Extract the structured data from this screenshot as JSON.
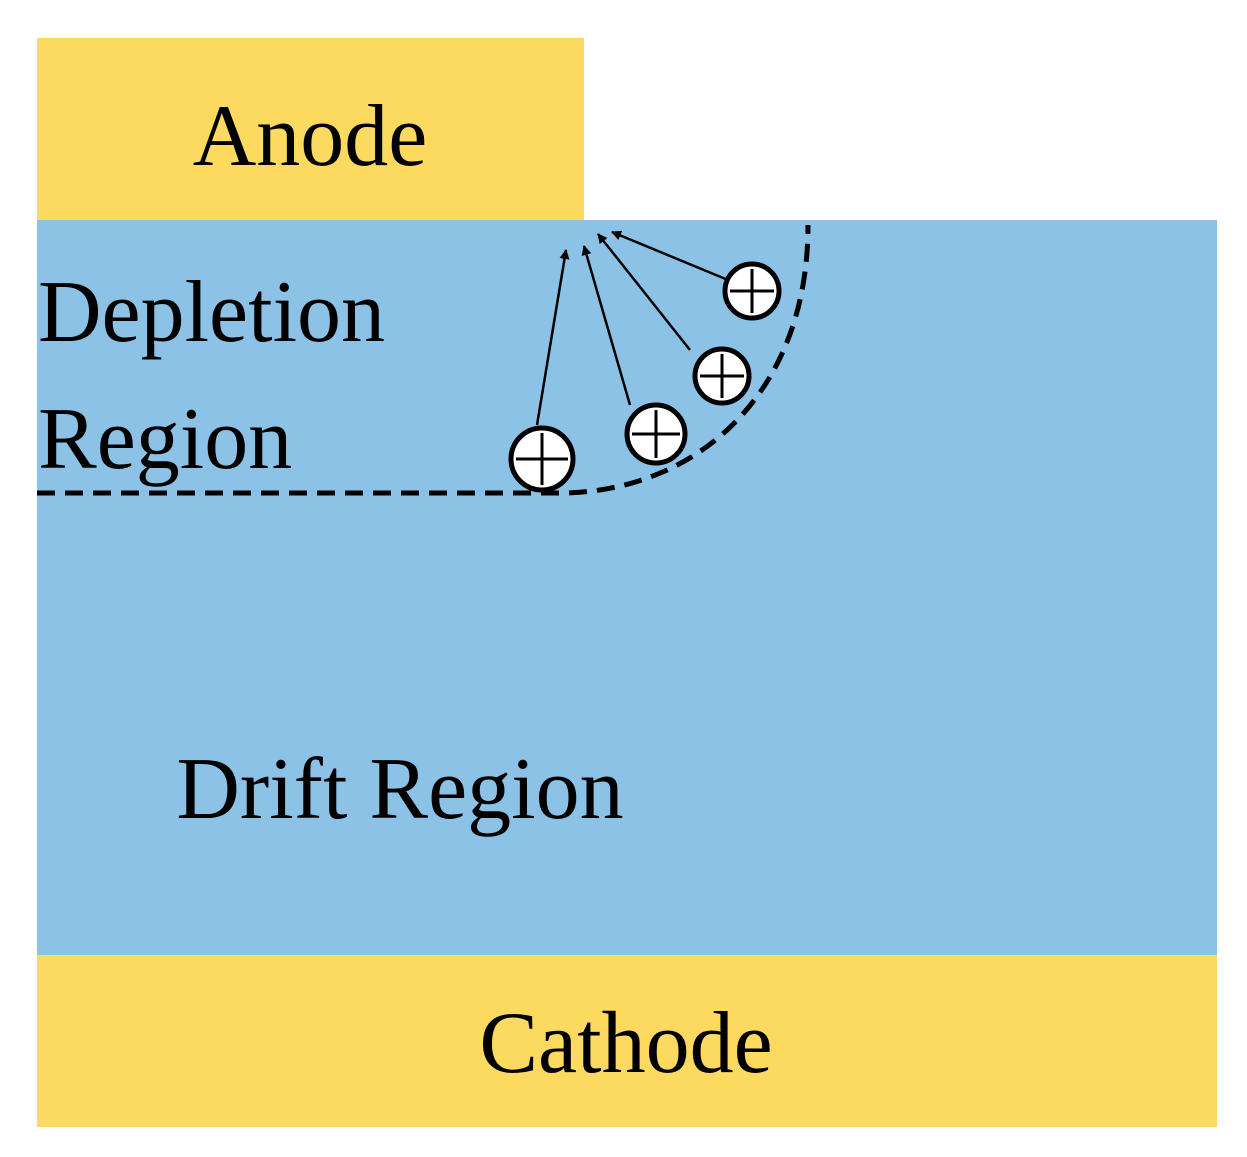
{
  "labels": {
    "anode": "Anode",
    "depletion_line1": "Depletion",
    "depletion_line2": "Region",
    "drift": "Drift Region",
    "cathode": "Cathode"
  },
  "colors": {
    "electrode": "#FCD95F",
    "semiconductor": "#8BC2E6",
    "boundary": "#000000",
    "carrier_fill": "#ffffff"
  },
  "carriers": {
    "count": 4,
    "symbol": "plus-circle"
  }
}
